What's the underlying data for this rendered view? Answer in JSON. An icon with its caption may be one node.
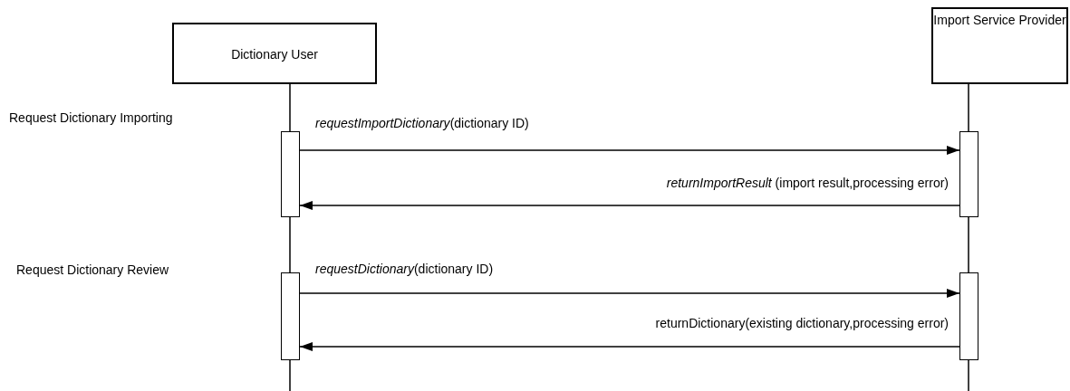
{
  "diagram": {
    "nodes": [
      {
        "text": [
          "Dictionary User"
        ]
      },
      {
        "text": [
          "Import Service Provider"
        ]
      },
      {
        "text": [],
        "shape": "bar"
      },
      {
        "text": [],
        "shape": "bar"
      },
      {
        "text": [],
        "shape": "bar"
      },
      {
        "text": [],
        "shape": "bar"
      }
    ],
    "edges": [
      {
        "from": 0,
        "to": 2,
        "arrow": "none"
      },
      {
        "from": 2,
        "to": 3,
        "arrow": "none"
      },
      {
        "from": 3,
        "to": null,
        "arrow": "none"
      },
      {
        "from": 1,
        "to": 4,
        "arrow": "none"
      },
      {
        "from": 4,
        "to": 5,
        "arrow": "none"
      },
      {
        "from": 5,
        "to": null,
        "arrow": "none"
      },
      {
        "from": 2,
        "to": 4,
        "arrow": "to",
        "label": "*requestImportDictionary*(dictionary ID)"
      },
      {
        "from": 4,
        "to": 2,
        "arrow": "to",
        "label": "*returnImportResult* (import result,processing error)"
      },
      {
        "from": 3,
        "to": 5,
        "arrow": "to",
        "label": "*requestDictionary*(dictionary ID)"
      },
      {
        "from": 5,
        "to": 3,
        "arrow": "to",
        "label": "returnDictionary(existing dictionary,processing error)"
      }
    ],
    "labels": [
      "Request Dictionary Importing",
      "Request Dictionary Review"
    ]
  }
}
